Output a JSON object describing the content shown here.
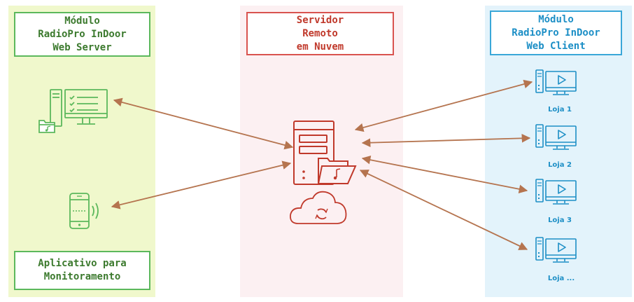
{
  "colors": {
    "left_bg": "#f0f8cc",
    "mid_bg": "#fcf0f2",
    "right_bg": "#e3f3fb",
    "green": "#5cb85c",
    "red": "#c0392b",
    "blue": "#1d8fc6",
    "arrow": "#b5744f"
  },
  "web_server_box": {
    "lines": [
      "Módulo",
      "RadioPro InDoor",
      "Web Server"
    ]
  },
  "app_box": {
    "lines": [
      "Aplicativo para",
      "Monitoramento"
    ]
  },
  "server_box": {
    "lines": [
      "Servidor",
      "Remoto",
      "em Nuvem"
    ]
  },
  "web_client_box": {
    "lines": [
      "Módulo",
      "RadioPro InDoor",
      "Web Client"
    ]
  },
  "stores": [
    "Loja 1",
    "Loja 2",
    "Loja 3",
    "Loja ..."
  ],
  "icons": {
    "web_server": "monitor-checklist-icon",
    "app": "smartphone-icon",
    "server": "server-folder-icon",
    "cloud": "cloud-sync-icon",
    "store": "media-player-computer-icon"
  }
}
